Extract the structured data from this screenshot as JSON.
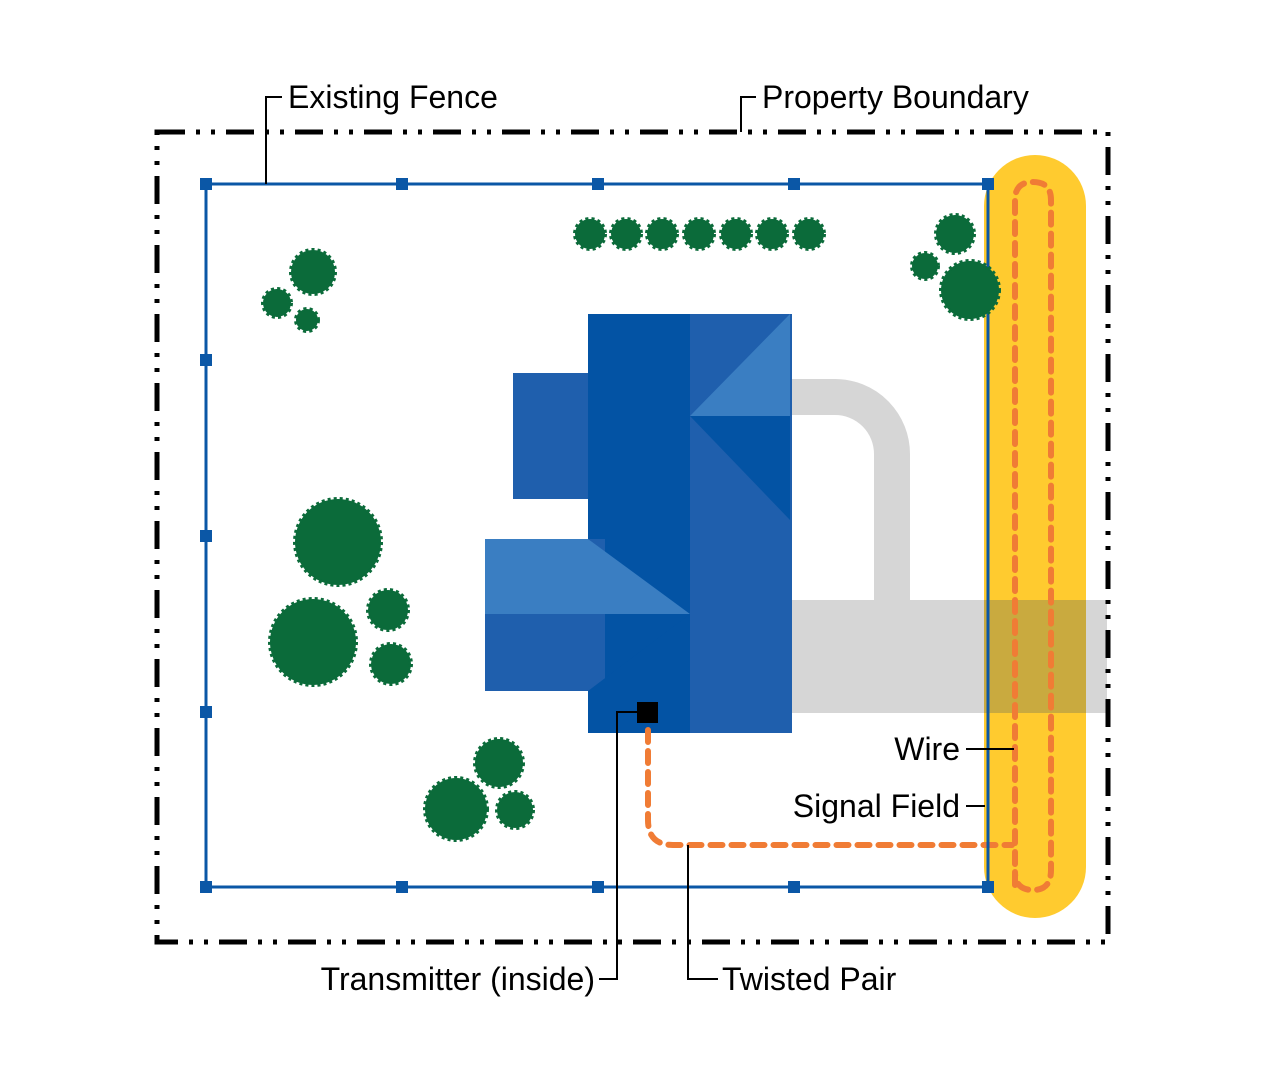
{
  "labels": {
    "existing_fence": "Existing Fence",
    "property_boundary": "Property Boundary",
    "wire": "Wire",
    "signal_field": "Signal Field",
    "transmitter": "Transmitter (inside)",
    "twisted_pair": "Twisted Pair"
  },
  "colors": {
    "fence": "#0b57a6",
    "boundary": "#000000",
    "tree": "#0b6b3a",
    "house_main": "#0353a4",
    "house_mid": "#1f5fad",
    "house_light": "#3a7ec2",
    "driveway": "#d6d6d6",
    "signal_field": "#ffcb2f",
    "wire": "#f07c35",
    "transmitter": "#000000"
  }
}
